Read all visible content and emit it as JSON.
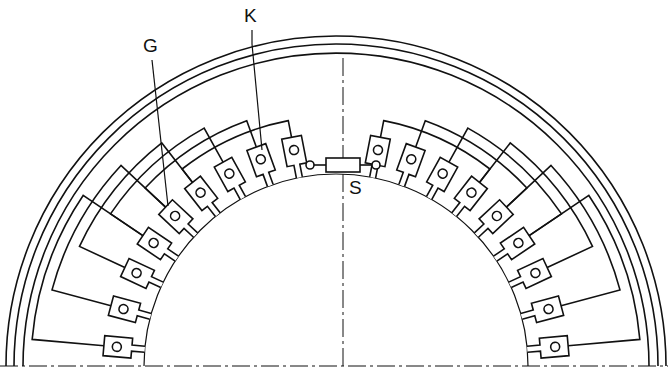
{
  "diagram": {
    "labels": [
      "K",
      "G",
      "S"
    ]
  }
}
